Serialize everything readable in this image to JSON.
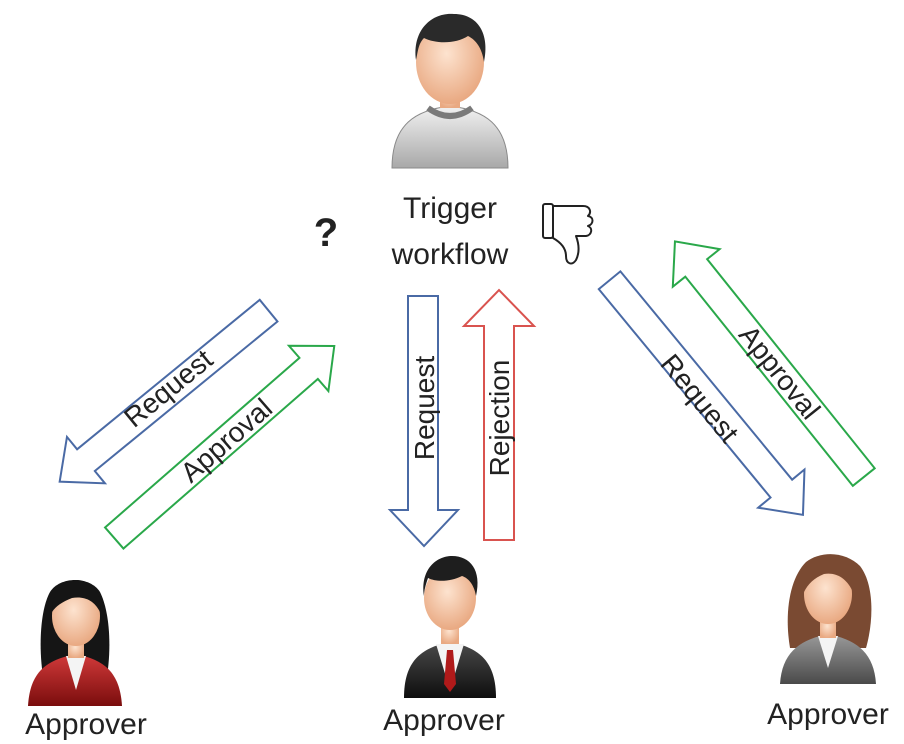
{
  "trigger": {
    "label_line1": "Trigger",
    "label_line2": "workflow",
    "question_mark": "?",
    "thumbs_icon": "thumbs-down-icon",
    "person_icon": "user-male-casual-icon"
  },
  "approvers": {
    "left": {
      "label": "Approver",
      "icon": "user-female-red-suit-icon"
    },
    "center": {
      "label": "Approver",
      "icon": "user-male-suit-icon"
    },
    "right": {
      "label": "Approver",
      "icon": "user-female-grey-suit-icon"
    }
  },
  "arrows": {
    "left_request": {
      "label": "Request",
      "color": "#4a6aa5"
    },
    "left_approval": {
      "label": "Approval",
      "color": "#2aa84a"
    },
    "center_request": {
      "label": "Request",
      "color": "#4a6aa5"
    },
    "center_rejection": {
      "label": "Rejection",
      "color": "#d9534f"
    },
    "right_request": {
      "label": "Request",
      "color": "#4a6aa5"
    },
    "right_approval": {
      "label": "Approval",
      "color": "#2aa84a"
    }
  }
}
